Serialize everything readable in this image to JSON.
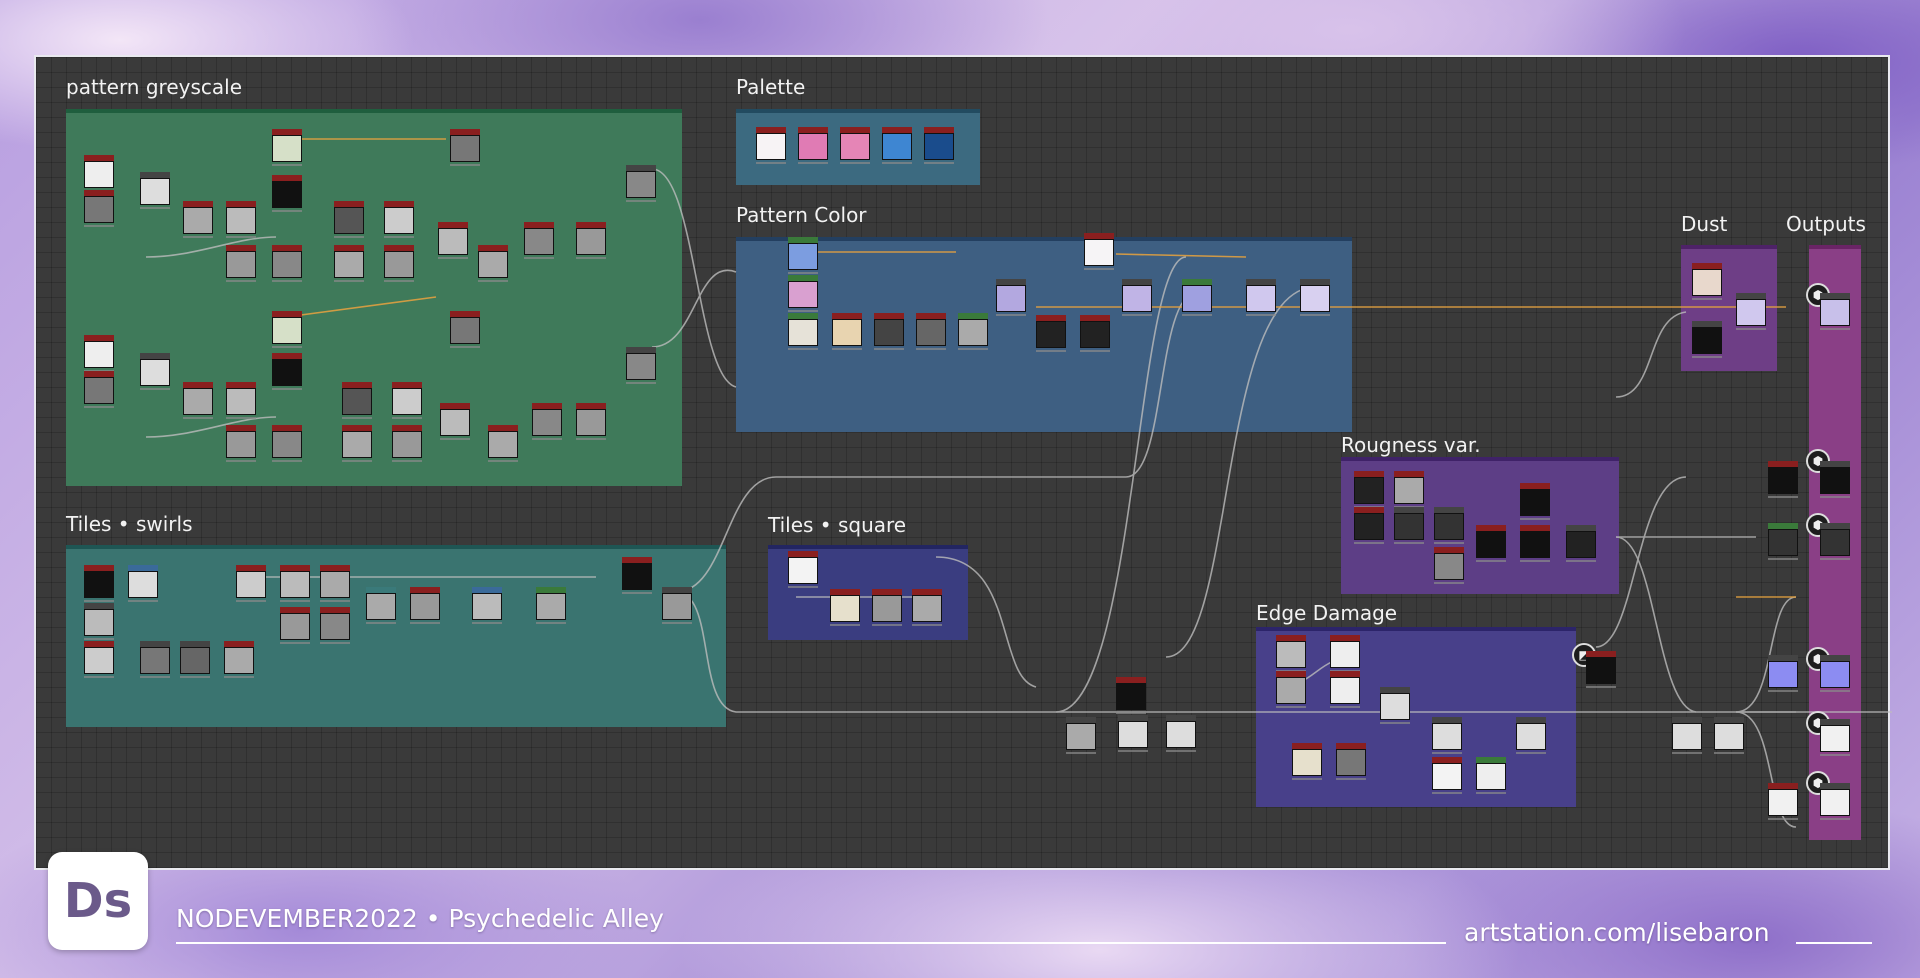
{
  "frames": [
    {
      "id": "pattern-greyscale",
      "title": "pattern greyscale"
    },
    {
      "id": "palette",
      "title": "Palette"
    },
    {
      "id": "pattern-color",
      "title": "Pattern Color"
    },
    {
      "id": "dust",
      "title": "Dust"
    },
    {
      "id": "outputs",
      "title": "Outputs"
    },
    {
      "id": "roughness-var",
      "title": "Rougness var."
    },
    {
      "id": "tiles-swirls",
      "title": "Tiles • swirls"
    },
    {
      "id": "tiles-square",
      "title": "Tiles • square"
    },
    {
      "id": "edge-damage",
      "title": "Edge Damage"
    }
  ],
  "palette_colors": [
    "#f7f3f5",
    "#e07bb4",
    "#e585b6",
    "#3e86d2",
    "#1a4c8c"
  ],
  "footer": {
    "logo": "Ds",
    "title": "NODEVEMBER2022 • Psychedelic Alley",
    "link": "artstation.com/lisebaron"
  }
}
